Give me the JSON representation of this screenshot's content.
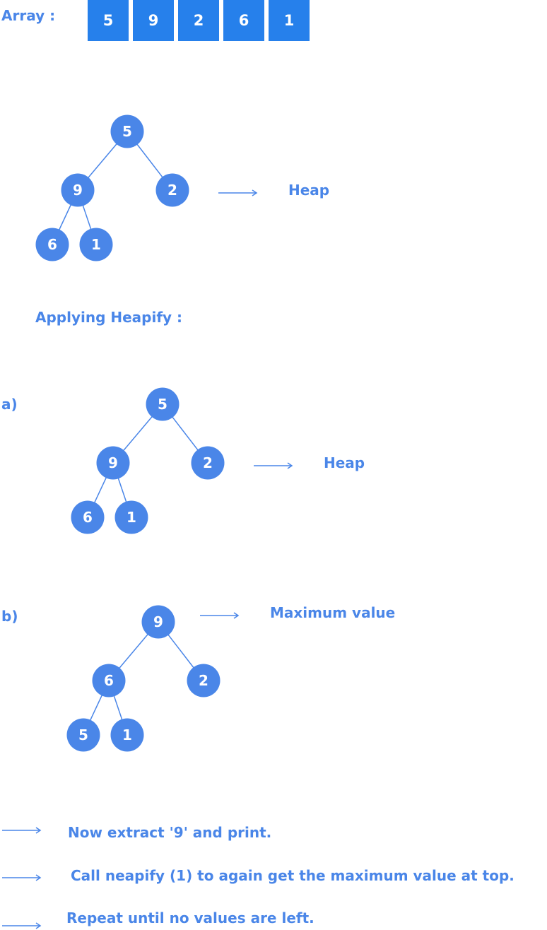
{
  "array": {
    "label": "Array  :",
    "values": [
      "5",
      "9",
      "2",
      "6",
      "1"
    ]
  },
  "colors": {
    "text": "#4a86e8",
    "cell": "#2680eb",
    "node": "#4a86e8"
  },
  "trees": [
    {
      "nodes": [
        "5",
        "9",
        "2",
        "6",
        "1"
      ],
      "arrow_label": "Heap",
      "step": ""
    },
    {
      "nodes": [
        "5",
        "9",
        "2",
        "6",
        "1"
      ],
      "arrow_label": "Heap",
      "step": "a)"
    },
    {
      "nodes": [
        "9",
        "6",
        "2",
        "5",
        "1"
      ],
      "arrow_label": "Maximum value",
      "step": "b)"
    }
  ],
  "heapify_label": "Applying Heapify   :",
  "steps": [
    "Now extract '9' and print.",
    "Call neapify (1) to again get the maximum value at top.",
    "Repeat until no values are left."
  ]
}
